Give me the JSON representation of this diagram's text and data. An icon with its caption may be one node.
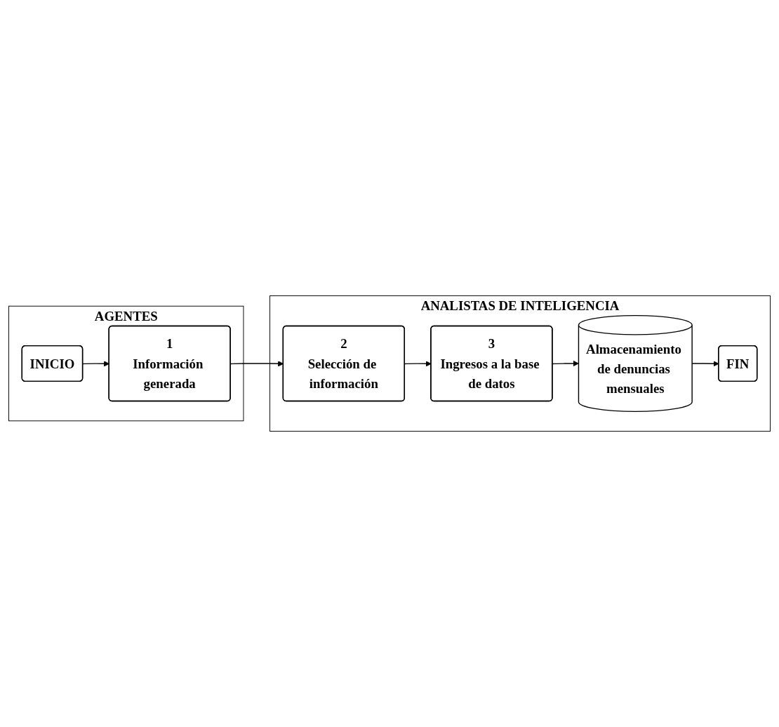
{
  "diagram": {
    "nodes": [
      {
        "text": [
          "AGENTES"
        ]
      },
      {
        "text": [
          "INICIO"
        ],
        "in": 0
      },
      {
        "text": [
          "1",
          "Información generada"
        ],
        "in": 0
      },
      {
        "text": [
          "ANALISTAS DE INTELIGENCIA"
        ]
      },
      {
        "text": [
          "2",
          "Selección de información"
        ],
        "in": 3
      },
      {
        "text": [
          "3",
          "Ingresos a la base de datos"
        ],
        "in": 3
      },
      {
        "text": [
          "Almacenamiento de denuncias mensuales"
        ],
        "in": 3
      },
      {
        "text": [
          "FIN"
        ],
        "in": 3
      }
    ],
    "edges": [
      {
        "from": 1,
        "to": 2,
        "arrow": "to"
      },
      {
        "from": 2,
        "to": 4,
        "arrow": "to"
      },
      {
        "from": 4,
        "to": 5,
        "arrow": "to"
      },
      {
        "from": 5,
        "to": 6,
        "arrow": "to"
      },
      {
        "from": 6,
        "to": 7,
        "arrow": "to"
      }
    ]
  }
}
